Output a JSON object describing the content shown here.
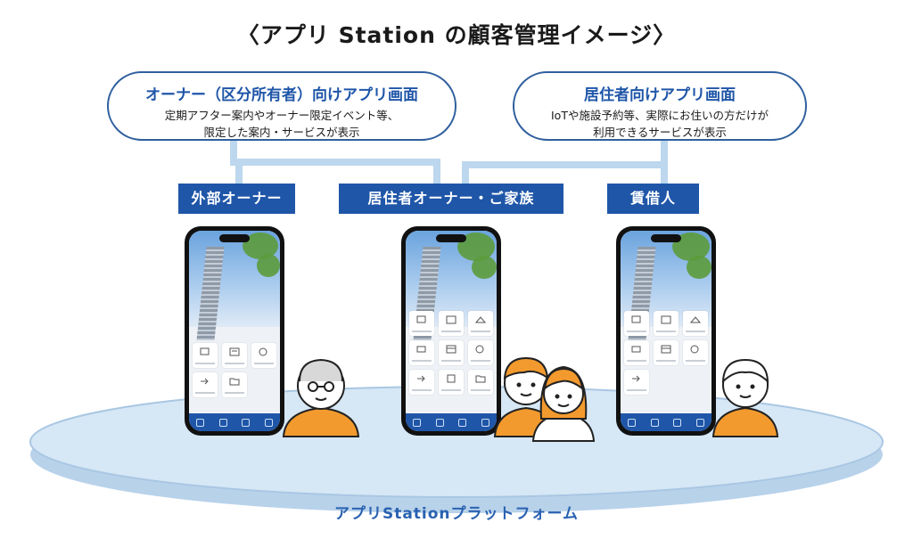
{
  "title": "〈アプリ Station の顧客管理イメージ〉",
  "owner_bubble": {
    "heading": "オーナー（区分所有者）向けアプリ画面",
    "line1": "定期アフター案内やオーナー限定イベント等、",
    "line2": "限定した案内・サービスが表示"
  },
  "resident_bubble": {
    "heading": "居住者向けアプリ画面",
    "line1": "IoTや施設予約等、実際にお住いの方だけが",
    "line2": "利用できるサービスが表示"
  },
  "tags": {
    "external_owner": "外部オーナー",
    "resident_family": "居住者オーナー・ご家族",
    "tenant": "賃借人"
  },
  "platform": "アプリStationプラットフォーム",
  "colors": {
    "accent": "#1f56a8",
    "connector": "#bcd7ee",
    "platform_fill": "#cfe2f3",
    "person_shirt": "#f39a2e"
  },
  "icons": [
    "smartphone-screen",
    "person-illustration",
    "platform-ellipse"
  ]
}
